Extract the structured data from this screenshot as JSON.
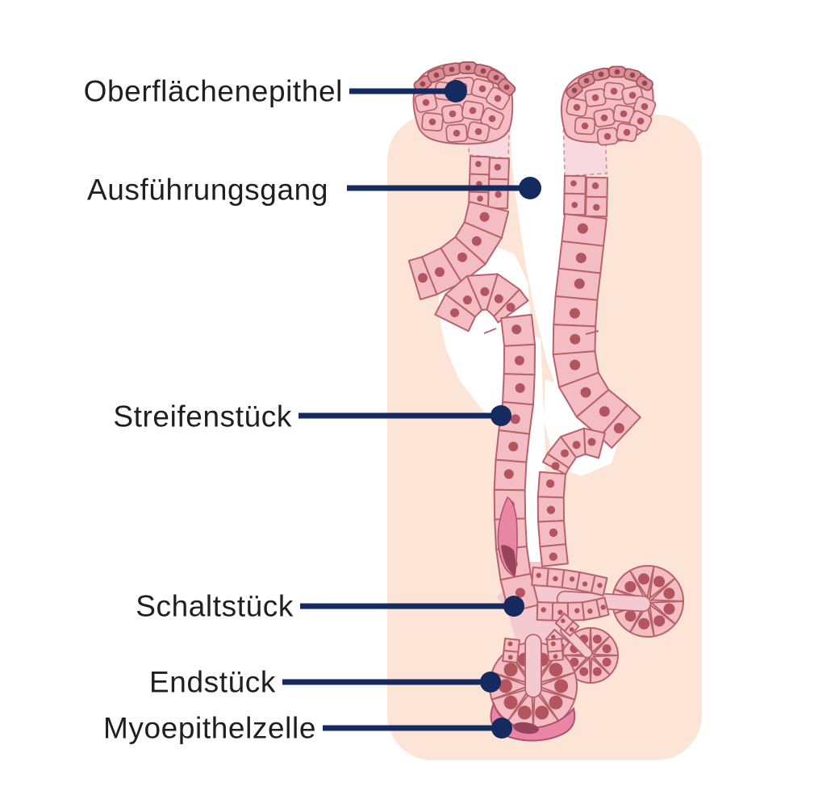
{
  "diagram": {
    "labels": [
      {
        "id": "oberflaechenepithel",
        "label": "Oberflächenepithel"
      },
      {
        "id": "ausfuehrungsgang",
        "label": "Ausführungsgang"
      },
      {
        "id": "streifenstueck",
        "label": "Streifenstück"
      },
      {
        "id": "schaltstueck",
        "label": "Schaltstück"
      },
      {
        "id": "endstueck",
        "label": "Endstück"
      },
      {
        "id": "myoepithelzelle",
        "label": "Myoepithelzelle"
      }
    ],
    "colors": {
      "accent_navy": "#152a5e",
      "label_text": "#1f1f1f",
      "background": "#ffffff",
      "panel_peach": "#fce5d7",
      "cell_fill": "#f4bdc3",
      "cell_fill_light": "#f8d9df",
      "lumen_pink": "#f5c9d1",
      "cell_outline": "#b8636c",
      "nucleus": "#b2555e",
      "epithelium_dark": "#d98f96",
      "epithelium_dark_outline": "#a5525b",
      "epithelium_dark_nucleus": "#9c454f",
      "myoepithel_rose": "#ea86a5",
      "myoepithel_dark": "#96445a"
    }
  }
}
